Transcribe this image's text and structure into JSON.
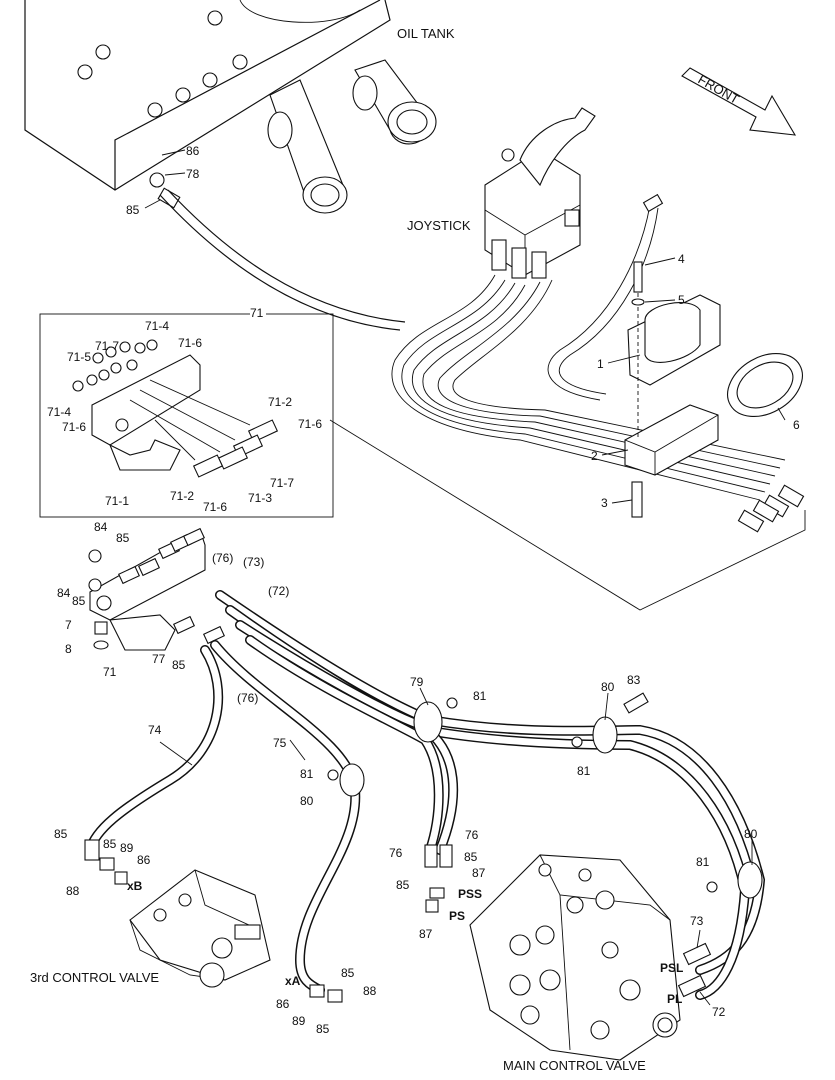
{
  "titles": {
    "oil_tank": "OIL TANK",
    "joystick": "JOYSTICK",
    "front": "FRONT",
    "third_valve": "3rd CONTROL VALVE",
    "main_valve": "MAIN CONTROL VALVE"
  },
  "inset": {
    "title": "71",
    "labels": [
      "71-4",
      "71-7",
      "71-5",
      "71-6",
      "71-4",
      "71-6",
      "71-1",
      "71-2",
      "71-6",
      "71-2",
      "71-6",
      "71-3",
      "71-7"
    ]
  },
  "callouts": {
    "p86a": "86",
    "p78": "78",
    "p85a": "85",
    "p4": "4",
    "p5": "5",
    "p1": "1",
    "p6": "6",
    "p2": "2",
    "p3": "3",
    "p84a": "84",
    "p85b": "85",
    "p84b": "84",
    "p85c": "85",
    "p76a": "(76)",
    "p73a": "(73)",
    "p72a": "(72)",
    "p76b": "(76)",
    "p7": "7",
    "p8": "8",
    "p71": "71",
    "p77": "77",
    "p85d": "85",
    "p74": "74",
    "p75": "75",
    "p79": "79",
    "p81a": "81",
    "p80a": "80",
    "p83": "83",
    "p81b": "81",
    "p81c": "81",
    "p80b": "80",
    "p85e": "85",
    "p85f": "85",
    "p89a": "89",
    "p86b": "86",
    "p88a": "88",
    "p76c": "76",
    "p76d": "76",
    "p85g": "85",
    "p87a": "87",
    "p85h": "85",
    "p87b": "87",
    "p80c": "80",
    "p81d": "81",
    "p73b": "73",
    "p72b": "72",
    "p85i": "85",
    "p88b": "88",
    "p86c": "86",
    "p89b": "89",
    "p85j": "85"
  },
  "ports": {
    "xB": "xB",
    "xA": "xA",
    "PSS": "PSS",
    "PS": "PS",
    "PSL": "PSL",
    "PL": "PL"
  }
}
